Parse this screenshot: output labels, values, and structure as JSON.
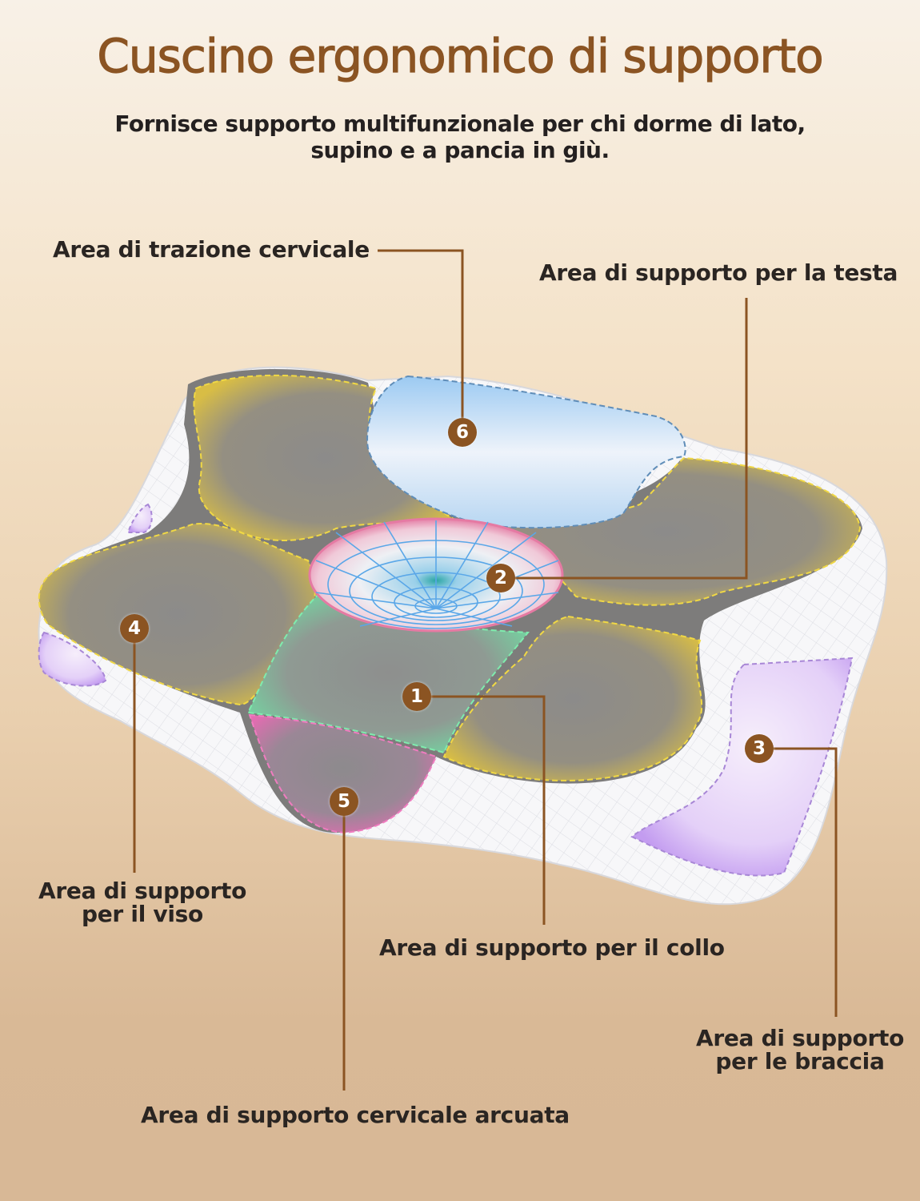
{
  "header": {
    "title": "Cuscino ergonomico di supporto",
    "subtitle_line1": "Fornisce supporto multifunzionale per chi dorme di lato,",
    "subtitle_line2": "supino e a pancia in giù."
  },
  "callouts": [
    {
      "number": "1",
      "label": "Area di supporto per il collo",
      "zone_color": "#6fd9a0"
    },
    {
      "number": "2",
      "label": "Area di supporto per la testa",
      "zone_color": "#e98fb0"
    },
    {
      "number": "3",
      "label_line1": "Area di supporto",
      "label_line2": "per le braccia",
      "zone_color": "#c9a3f2"
    },
    {
      "number": "4",
      "label_line1": "Area di supporto",
      "label_line2": "per il viso",
      "zone_color": "#e8c64a"
    },
    {
      "number": "5",
      "label": "Area di supporto cervicale arcuata",
      "zone_color": "#e86ab3"
    },
    {
      "number": "6",
      "label": "Area di trazione cervicale",
      "zone_color": "#9cc8f0"
    }
  ],
  "colors": {
    "accent_brown": "#8b5422",
    "text_dark": "#2a2522",
    "panel_gray": "#8d8c8a",
    "cover_white": "#f6f6f8"
  }
}
